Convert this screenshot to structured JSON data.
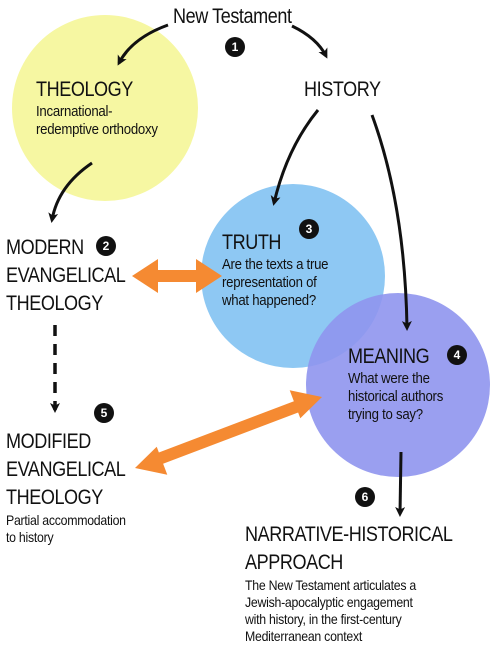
{
  "colors": {
    "theology_circle": "#f6f7a2",
    "truth_circle": "#8ec8f3",
    "meaning_circle": "#8f95ee",
    "orange_arrow": "#f58a32",
    "black_arrow": "#111111"
  },
  "top": {
    "title": "New Testament"
  },
  "theology": {
    "heading": "THEOLOGY",
    "line1": "Incarnational-",
    "line2": "redemptive orthodoxy"
  },
  "history": {
    "heading": "HISTORY"
  },
  "modern": {
    "line1": "MODERN",
    "line2": "EVANGELICAL",
    "line3": "THEOLOGY"
  },
  "truth": {
    "heading": "TRUTH",
    "line1": "Are the texts a true",
    "line2": "representation of",
    "line3": "what happened?"
  },
  "meaning": {
    "heading": "MEANING",
    "line1": "What were the",
    "line2": "historical authors",
    "line3": "trying to say?"
  },
  "modified": {
    "line1": "MODIFIED",
    "line2": "EVANGELICAL",
    "line3": "THEOLOGY",
    "sub1": "Partial accommodation",
    "sub2": "to history"
  },
  "narrative": {
    "line1": "NARRATIVE-HISTORICAL",
    "line2": "APPROACH",
    "sub1": "The New Testament articulates a",
    "sub2": "Jewish-apocalyptic engagement",
    "sub3": "with history, in the first-century",
    "sub4": "Mediterranean context"
  },
  "badges": {
    "b1": "1",
    "b2": "2",
    "b3": "3",
    "b4": "4",
    "b5": "5",
    "b6": "6"
  }
}
